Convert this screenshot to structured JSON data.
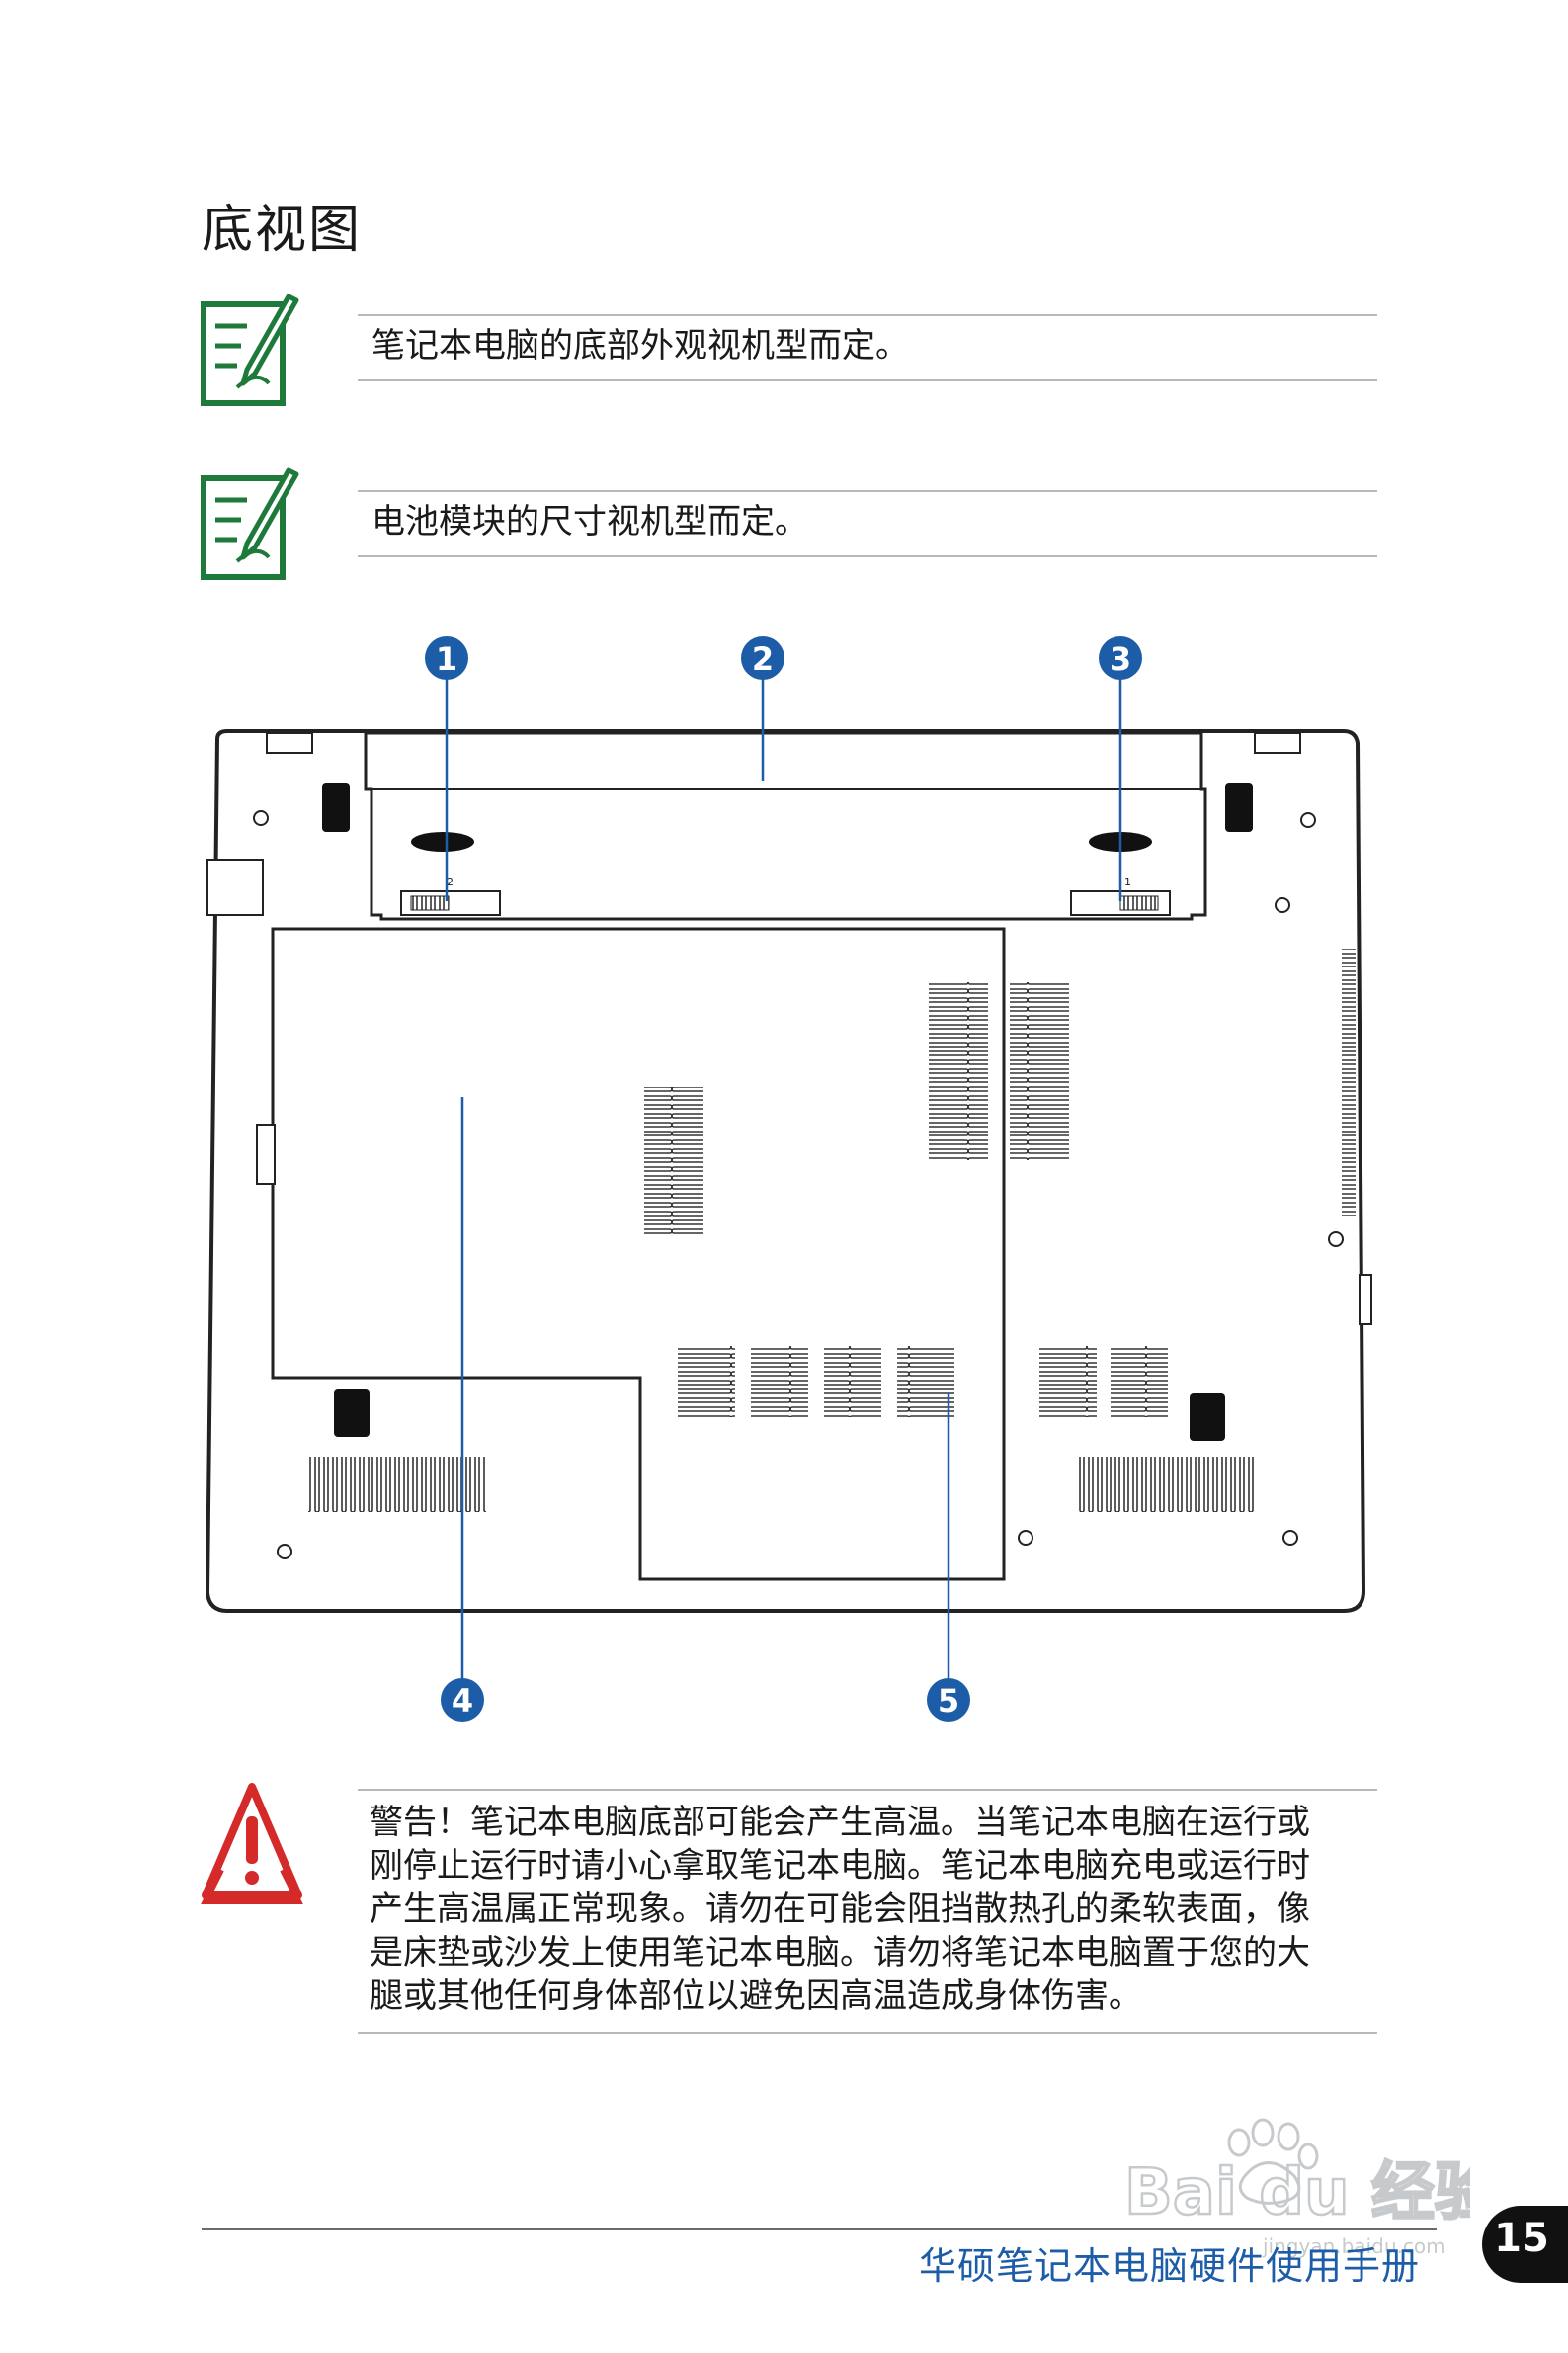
{
  "page": {
    "title": "底视图",
    "number": "15"
  },
  "notes": [
    {
      "text": "笔记本电脑的底部外观视机型而定。"
    },
    {
      "text": "电池模块的尺寸视机型而定。"
    }
  ],
  "diagram": {
    "callouts": [
      "1",
      "2",
      "3",
      "4",
      "5"
    ],
    "lock_marks": [
      "2",
      "1"
    ]
  },
  "warning": {
    "lines": [
      "警告！笔记本电脑底部可能会产生高温。当笔记本电脑在运行或",
      "刚停止运行时请小心拿取笔记本电脑。笔记本电脑充电或运行时",
      "产生高温属正常现象。请勿在可能会阻挡散热孔的柔软表面，像",
      "是床垫或沙发上使用笔记本电脑。请勿将笔记本电脑置于您的大",
      "腿或其他任何身体部位以避免因高温造成身体伤害。"
    ]
  },
  "footer": {
    "title": "华硕笔记本电脑硬件使用手册"
  },
  "watermark": {
    "brand": "Bai du 经验",
    "url": "jingyan.baidu.com"
  },
  "colors": {
    "note_icon": "#1e7a3a",
    "warning_icon": "#d42a2a",
    "callout": "#1d5da8",
    "footer_text": "#1d5da8"
  },
  "icons": {
    "note": "note-pencil-icon",
    "warning": "warning-triangle-icon"
  }
}
